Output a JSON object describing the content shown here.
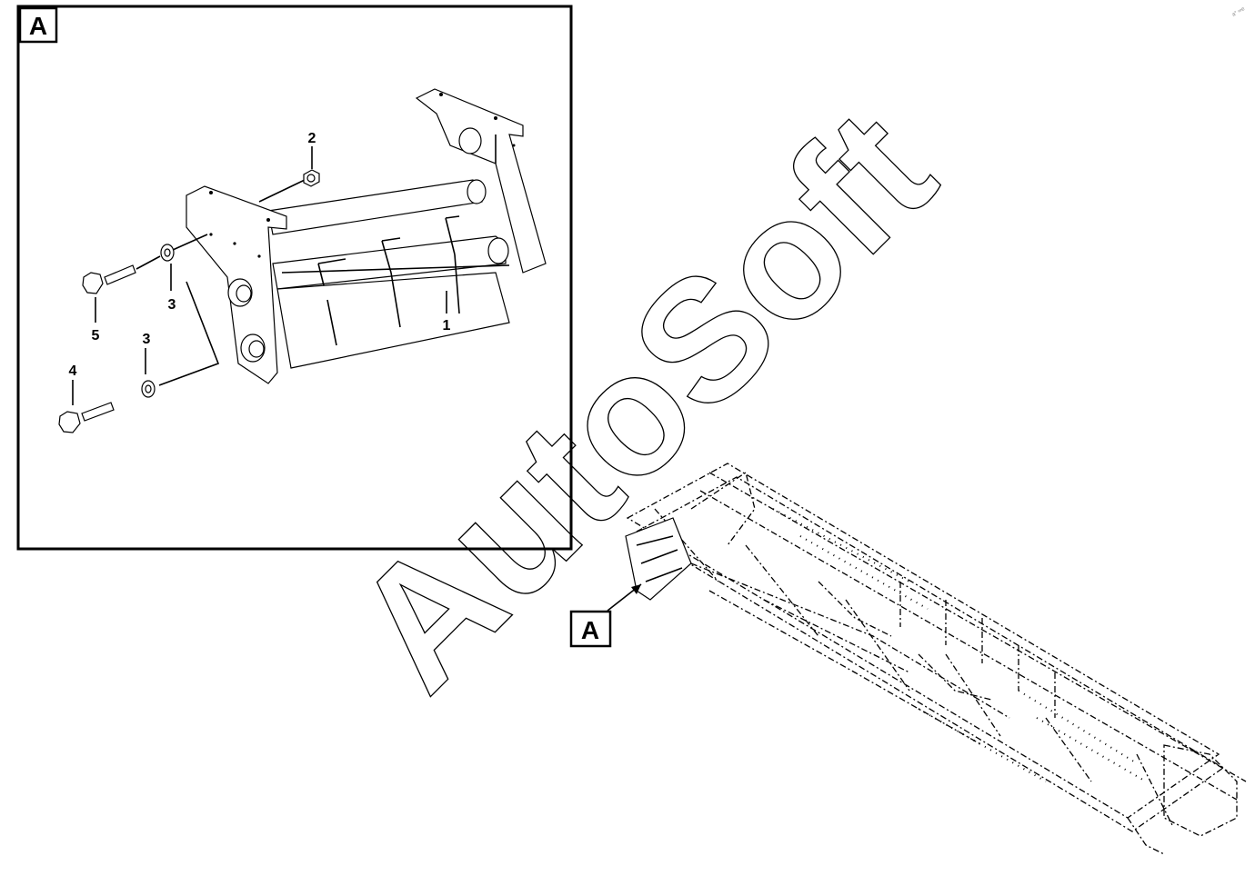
{
  "detail_view": {
    "label": "A",
    "callouts": {
      "c1": "1",
      "c2": "2",
      "c3a": "3",
      "c3b": "3",
      "c4": "4",
      "c5": "5"
    }
  },
  "overview": {
    "view_tag": "A"
  },
  "watermark": {
    "text": "AutoSoft"
  },
  "corner_mark": "a° ∞e"
}
